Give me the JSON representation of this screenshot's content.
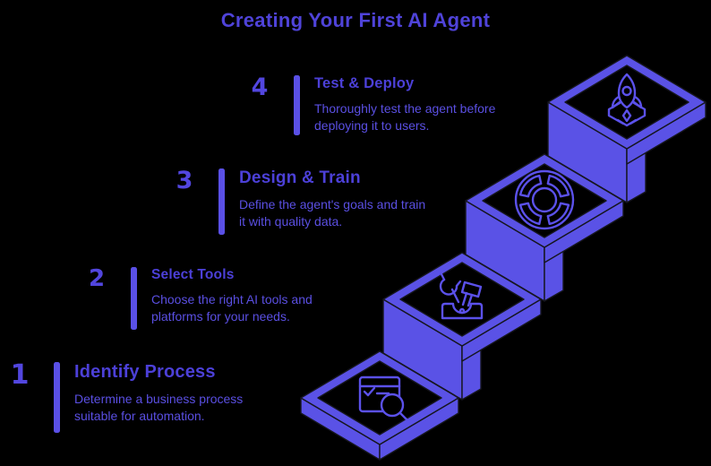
{
  "title": "Creating Your First AI Agent",
  "colors": {
    "background": "#000000",
    "accent_purple": "#5a52e6",
    "title_text": "#4f43d9",
    "heading_text": "#4c40d8",
    "body_text": "#5a4fe2",
    "platform_inner": "#000000",
    "icon_stroke": "#5b51ea"
  },
  "steps": [
    {
      "number": "1",
      "heading": "Identify Process",
      "description": "Determine a business process\nsuitable for automation.",
      "icon": "browser-search-icon"
    },
    {
      "number": "2",
      "heading": "Select Tools",
      "description": "Choose the right AI tools and\nplatforms for your needs.",
      "icon": "toolbox-icon"
    },
    {
      "number": "3",
      "heading": "Design & Train",
      "description": "Define the agent's goals and train\nit with quality data.",
      "icon": "wheel-gear-icon"
    },
    {
      "number": "4",
      "heading": "Test & Deploy",
      "description": "Thoroughly test the agent before\ndeploying it to users.",
      "icon": "rocket-launch-icon"
    }
  ]
}
